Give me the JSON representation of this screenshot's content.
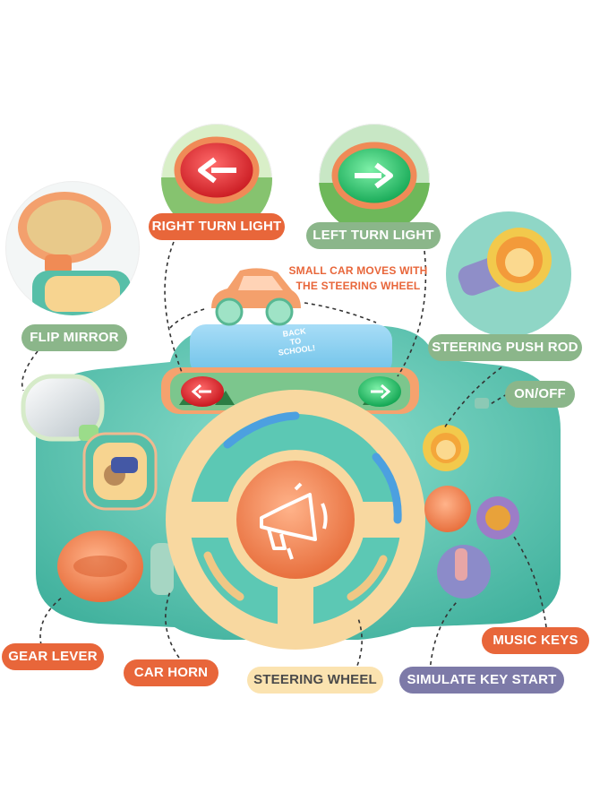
{
  "labels": {
    "right_turn_light": "RIGHT TURN LIGHT",
    "left_turn_light": "LEFT TURN LIGHT",
    "flip_mirror": "FLIP MIRROR",
    "steering_push_rod": "STEERING PUSH ROD",
    "on_off": "ON/OFF",
    "gear_lever": "GEAR LEVER",
    "car_horn": "CAR HORN",
    "steering_wheel": "STEERING WHEEL",
    "music_keys": "MUSIC KEYS",
    "simulate_key_start": "SIMULATE KEY START"
  },
  "note": {
    "line1": "SMALL CAR MOVES WITH",
    "line2": "THE STEERING WHEEL"
  },
  "screen_text": {
    "line1": "BACK",
    "line2": "TO",
    "line3": "SCHOOL!"
  },
  "colors": {
    "label_coral": "#e8663a",
    "label_green": "#8bb68a",
    "label_yellow": "#fbe3b0",
    "label_purple": "#7d7aa8",
    "toy_body": "#5cc8b4",
    "wheel": "#f7d9a3",
    "horn": "#f28c5c"
  },
  "icons": [
    "left-arrow-icon",
    "right-arrow-icon",
    "megaphone-icon",
    "lion-icon",
    "mirror-icon",
    "car-icon"
  ]
}
